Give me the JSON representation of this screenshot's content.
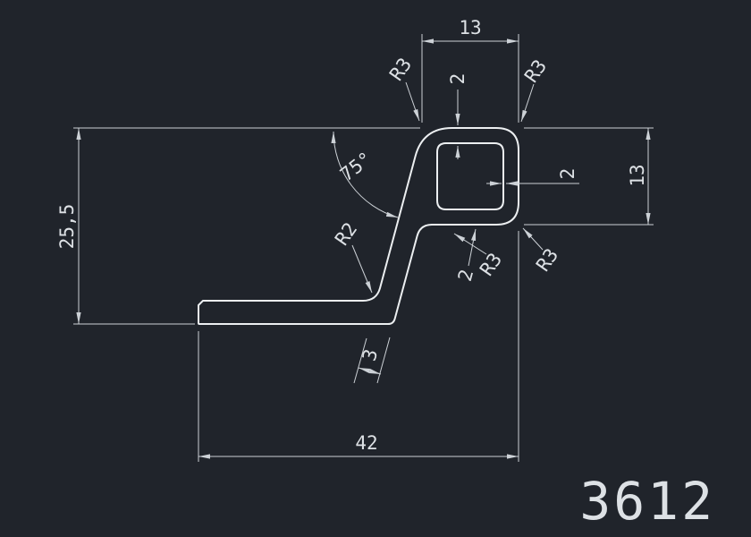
{
  "canvas": {
    "background": "#20242b",
    "line_color": "#eceff1",
    "dim_color": "#ccd1d6",
    "text_color": "#dde1e5"
  },
  "drawing": {
    "part_number": "3612",
    "dimensions": {
      "top_width": "13",
      "top_wall_thickness": "2",
      "radius_top_left": "R3",
      "radius_top_right": "R3",
      "angle": "75°",
      "overall_height": "25,5",
      "right_height": "13",
      "right_wall_thickness": "2",
      "radius_bottom_inner": "R3",
      "radius_bottom_outer": "R3",
      "bottom_wall_thickness": "2",
      "radius_leg_fillet": "R2",
      "leg_thickness": "3",
      "overall_width": "42"
    }
  }
}
